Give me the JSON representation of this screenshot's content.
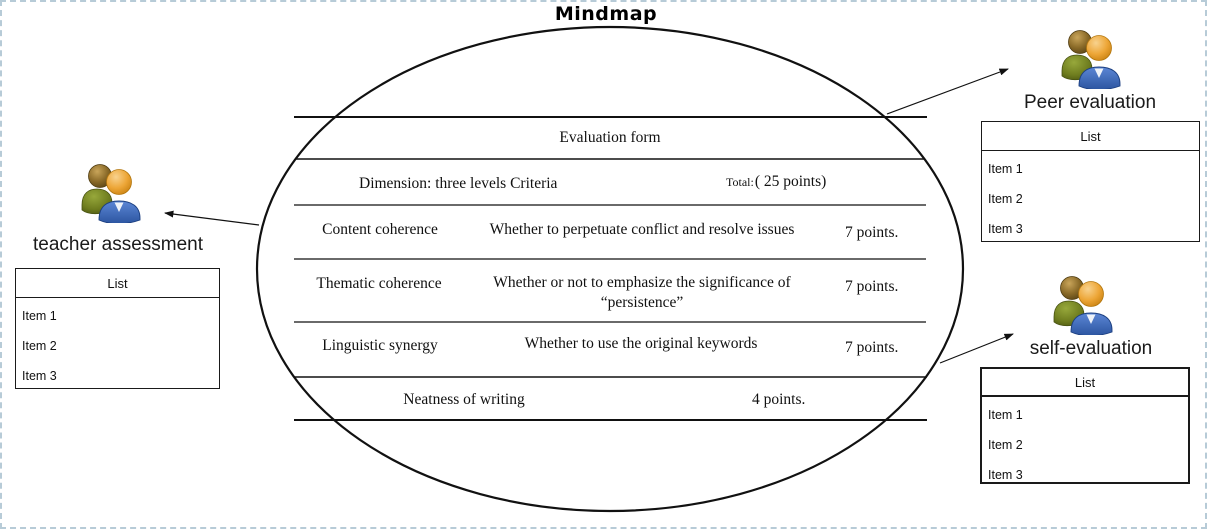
{
  "title": "Mindmap",
  "table": {
    "header": "Evaluation form",
    "dimension_header": "Dimension: three levels Criteria",
    "total_label": "Total:",
    "total_value": "( 25 points)",
    "rows": [
      {
        "dimension": "Content coherence",
        "criteria": "Whether to perpetuate conflict and resolve issues",
        "points": "7 points."
      },
      {
        "dimension": "Thematic coherence",
        "criteria": "Whether or not to emphasize the significance of “persistence”",
        "points": "7 points."
      },
      {
        "dimension": "Linguistic synergy",
        "criteria": "Whether to use the original keywords",
        "points": "7 points."
      }
    ],
    "footer": {
      "label": "Neatness of writing",
      "points": "4 points."
    }
  },
  "nodes": {
    "teacher": {
      "label": "teacher assessment",
      "list": {
        "header": "List",
        "items": [
          "Item 1",
          "Item 2",
          "Item 3"
        ]
      }
    },
    "peer": {
      "label": "Peer evaluation",
      "list": {
        "header": "List",
        "items": [
          "Item 1",
          "Item 2",
          "Item 3"
        ]
      }
    },
    "self": {
      "label": "self-evaluation",
      "list": {
        "header": "List",
        "items": [
          "Item 1",
          "Item 2",
          "Item 3"
        ]
      }
    }
  },
  "icons": {
    "people_group": "people-group-icon"
  },
  "colors": {
    "stroke": "#111111",
    "page_border": "#b7cbd7",
    "icon_brown": "#8a6a28",
    "icon_olive": "#6e7c1e",
    "icon_orange": "#e8a33d",
    "icon_blue": "#3a6cc0"
  }
}
